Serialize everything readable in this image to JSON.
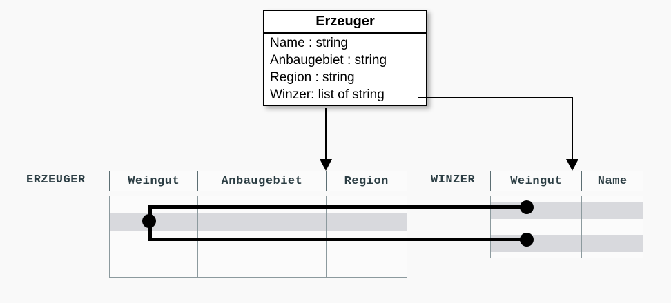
{
  "diagram": {
    "uml_class": {
      "title": "Erzeuger",
      "attributes": [
        "Name : string",
        "Anbaugebiet : string",
        "Region : string",
        "Winzer: list of string"
      ]
    },
    "tables": [
      {
        "label": "ERZEUGER",
        "columns": [
          "Weingut",
          "Anbaugebiet",
          "Region"
        ],
        "row_count": 4,
        "highlighted_row_index": 1,
        "rows": [
          [
            "",
            "",
            ""
          ],
          [
            "",
            "",
            ""
          ],
          [
            "",
            "",
            ""
          ],
          [
            "",
            "",
            ""
          ]
        ]
      },
      {
        "label": "WINZER",
        "columns": [
          "Weingut",
          "Name"
        ],
        "row_count": 3,
        "highlighted_row_indices": [
          0,
          2
        ],
        "rows": [
          [
            "",
            ""
          ],
          [
            "",
            ""
          ],
          [
            "",
            ""
          ]
        ]
      }
    ],
    "connectors": [
      {
        "name": "erzeuger-mapping-arrow",
        "from": "uml-class-bottom",
        "to": "erzeuger-table-header"
      },
      {
        "name": "winzer-mapping-arrow",
        "from": "uml-class-winzer-attribute",
        "to": "winzer-table-header"
      },
      {
        "name": "foreign-key-link-upper",
        "from": "erzeuger-row-2-weingut",
        "to": "winzer-row-1-weingut"
      },
      {
        "name": "foreign-key-link-lower",
        "from": "erzeuger-row-2-weingut",
        "to": "winzer-row-3-weingut"
      }
    ],
    "colors": {
      "background": "#f9f9f9",
      "row_highlight": "#d8d9dd",
      "table_border": "#5c6e73",
      "table_text": "#2c3e44",
      "connector": "#000000",
      "class_border": "#000000"
    }
  }
}
